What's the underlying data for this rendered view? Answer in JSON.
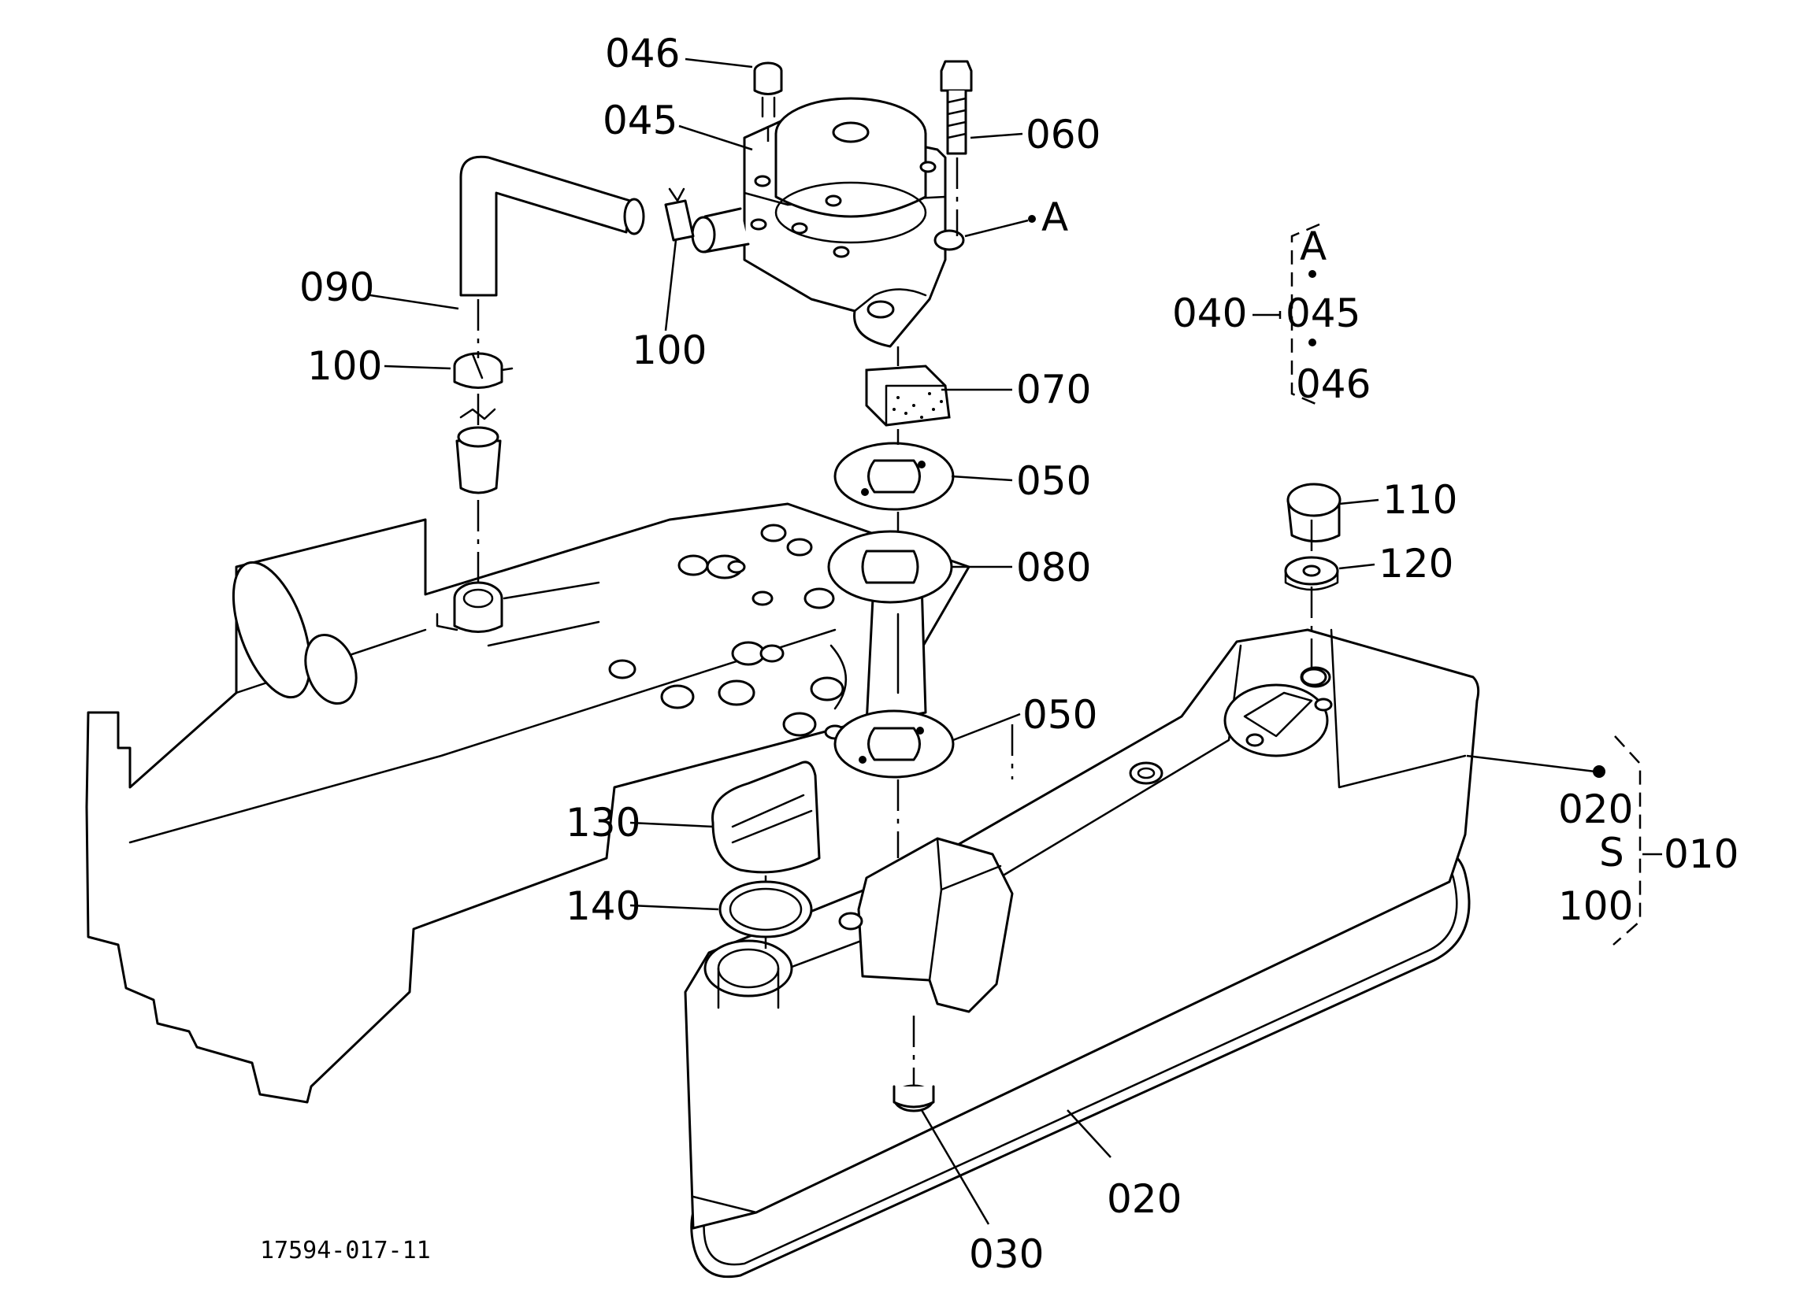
{
  "drawing_number": "17594-017-11",
  "callouts": {
    "c046": "046",
    "c045": "045",
    "c060": "060",
    "cA": "A",
    "c090": "090",
    "c100a": "100",
    "c100b": "100",
    "c070": "070",
    "c050a": "050",
    "c080": "080",
    "c050b": "050",
    "c110": "110",
    "c120": "120",
    "c130": "130",
    "c140": "140",
    "c020": "020",
    "c030": "030"
  },
  "assembly_040": {
    "parent": "040",
    "marker": "A",
    "member_1": "045",
    "member_2": "046"
  },
  "assembly_010": {
    "parent": "010",
    "first": "020",
    "range_mark": "S",
    "last": "100"
  }
}
